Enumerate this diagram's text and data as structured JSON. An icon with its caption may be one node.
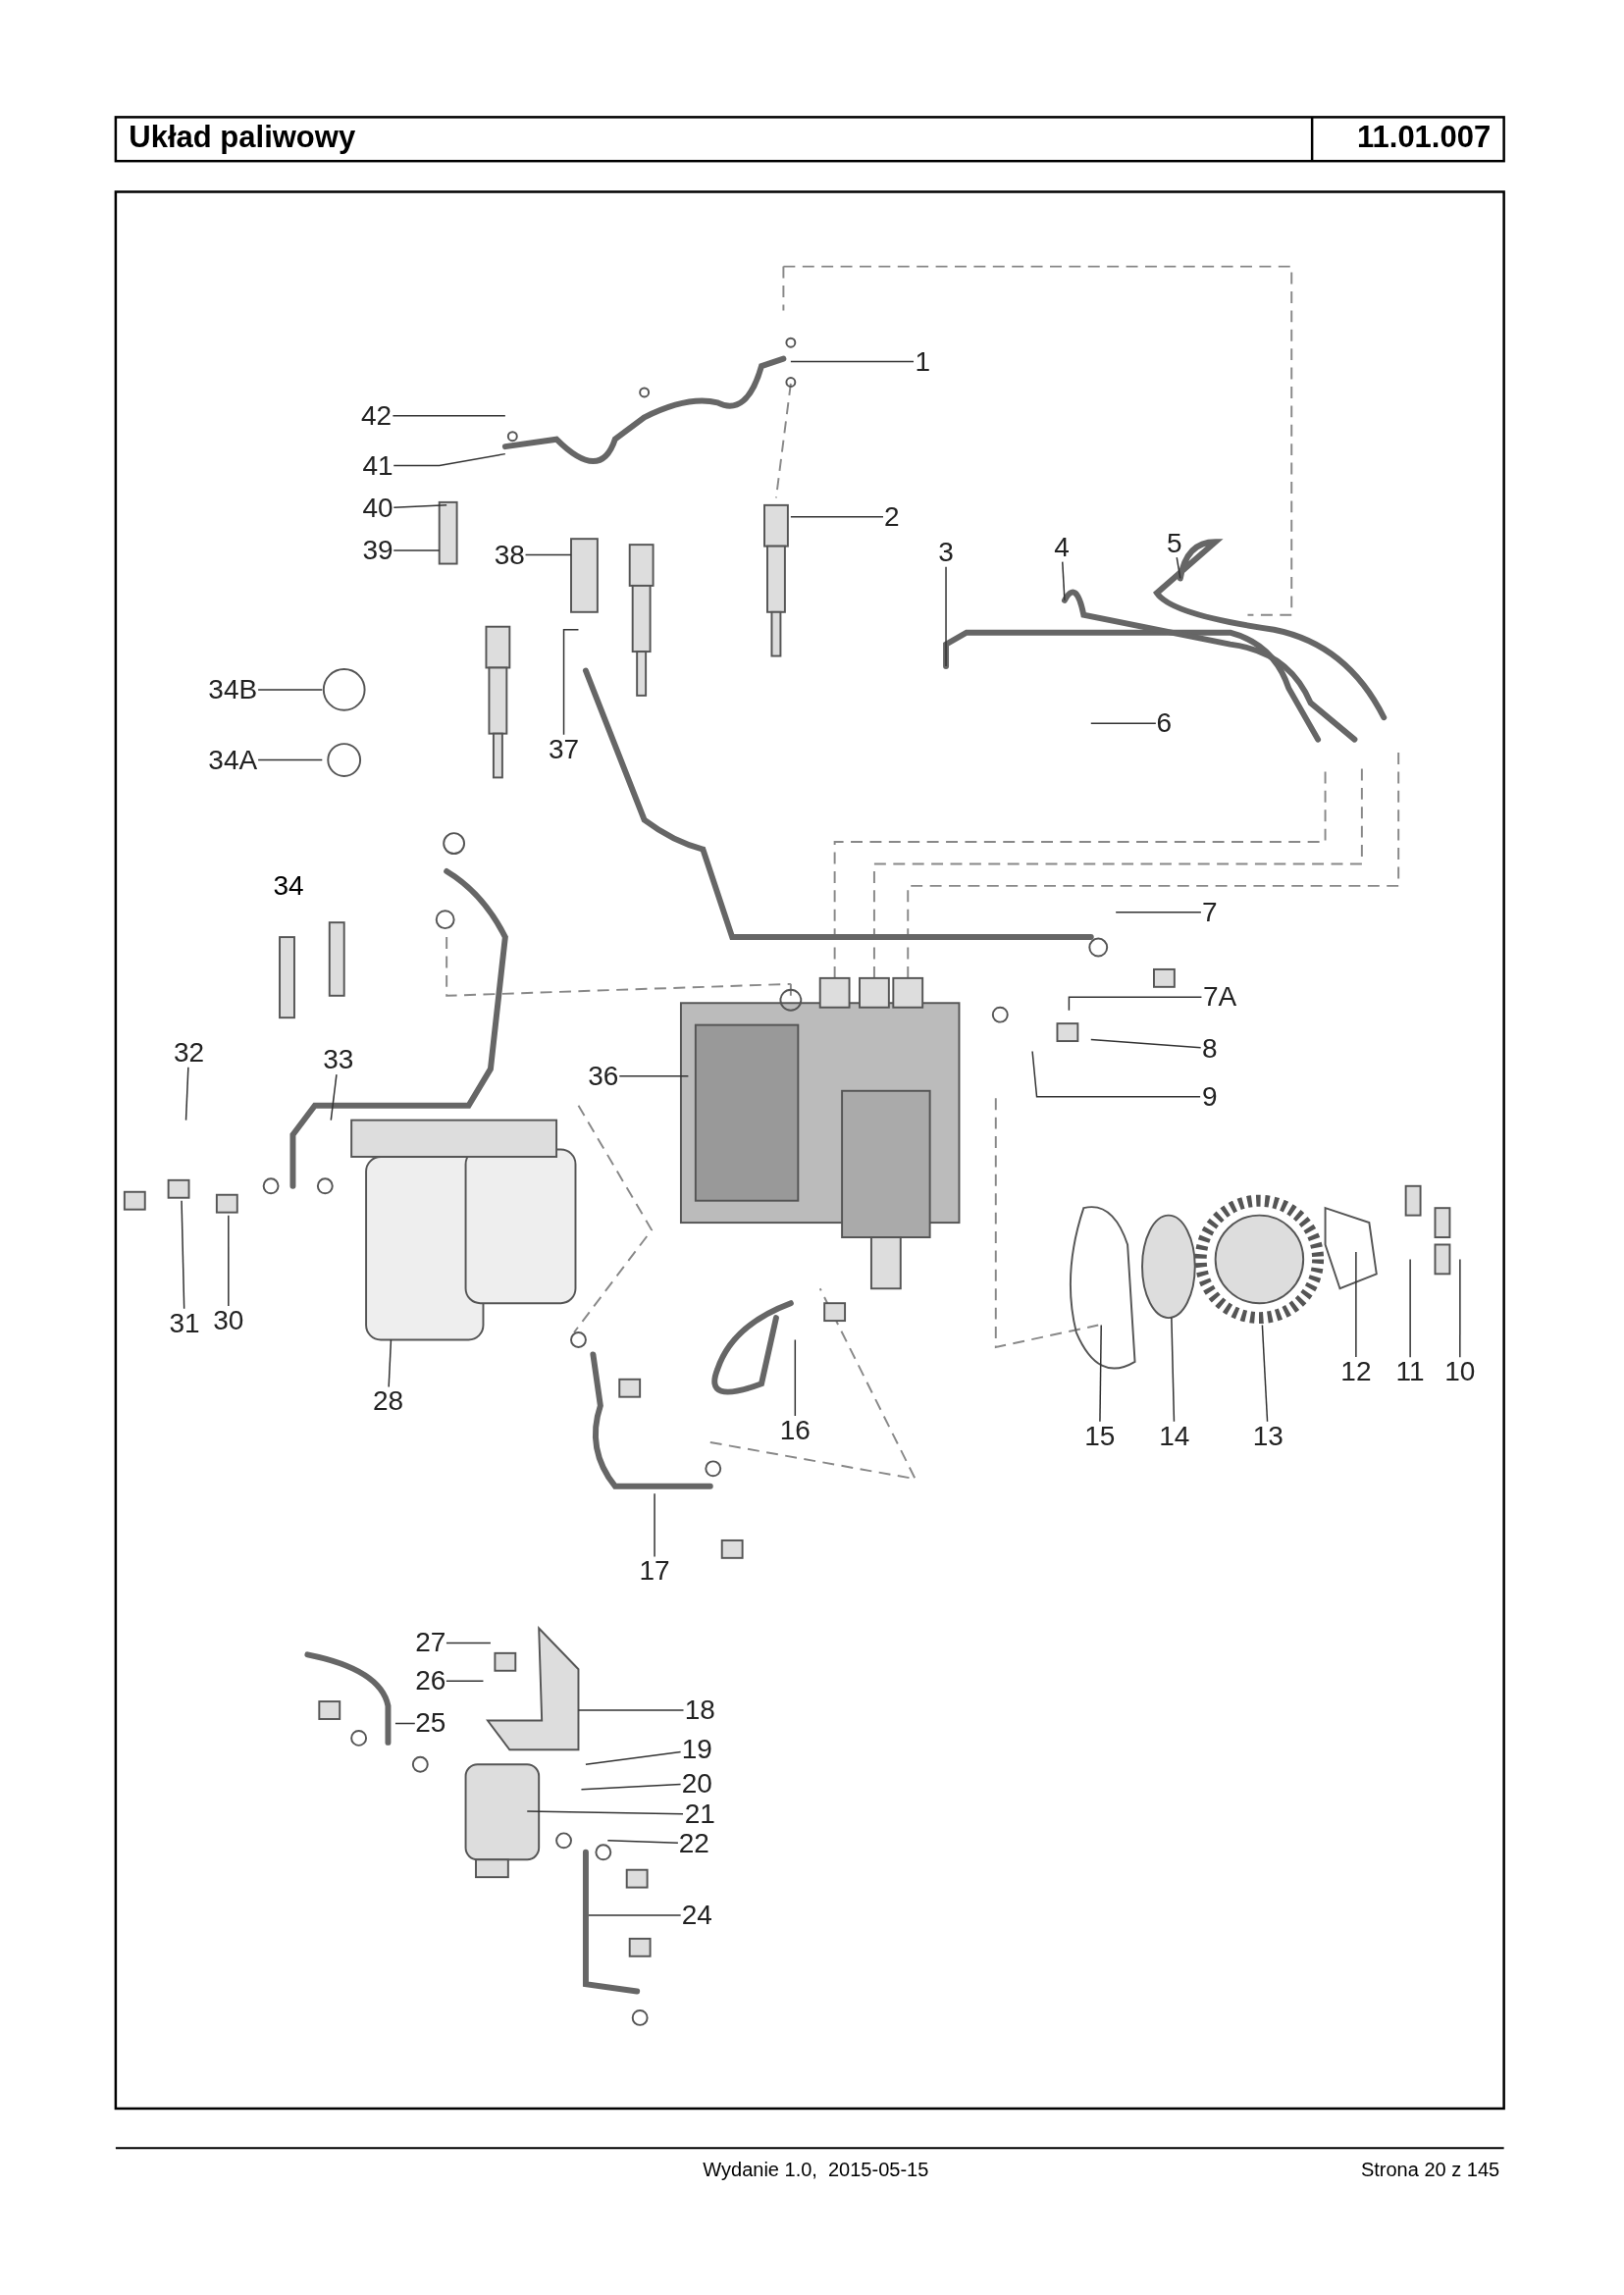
{
  "diagram": {
    "title": "Układ paliwowy",
    "nodes": [
      {
        "text": [
          "1"
        ]
      },
      {
        "text": [
          "2"
        ]
      },
      {
        "text": [
          "3"
        ]
      },
      {
        "text": [
          "4"
        ]
      },
      {
        "text": [
          "5"
        ]
      },
      {
        "text": [
          "6"
        ]
      },
      {
        "text": [
          "7"
        ]
      },
      {
        "text": [
          "7A"
        ]
      },
      {
        "text": [
          "8"
        ]
      },
      {
        "text": [
          "9"
        ]
      },
      {
        "text": [
          "10"
        ]
      },
      {
        "text": [
          "11"
        ]
      },
      {
        "text": [
          "12"
        ]
      },
      {
        "text": [
          "13"
        ]
      },
      {
        "text": [
          "14"
        ]
      },
      {
        "text": [
          "15"
        ]
      },
      {
        "text": [
          "16"
        ]
      },
      {
        "text": [
          "17"
        ]
      },
      {
        "text": [
          "18"
        ]
      },
      {
        "text": [
          "19"
        ]
      },
      {
        "text": [
          "20"
        ]
      },
      {
        "text": [
          "21"
        ]
      },
      {
        "text": [
          "22"
        ]
      },
      {
        "text": [
          "24"
        ]
      },
      {
        "text": [
          "25"
        ]
      },
      {
        "text": [
          "26"
        ]
      },
      {
        "text": [
          "27"
        ]
      },
      {
        "text": [
          "28"
        ]
      },
      {
        "text": [
          "30"
        ]
      },
      {
        "text": [
          "31"
        ]
      },
      {
        "text": [
          "32"
        ]
      },
      {
        "text": [
          "33"
        ]
      },
      {
        "text": [
          "34A"
        ]
      },
      {
        "text": [
          "34B"
        ]
      },
      {
        "text": [
          "36"
        ]
      },
      {
        "text": [
          "37"
        ]
      },
      {
        "text": [
          "38"
        ]
      },
      {
        "text": [
          "39"
        ]
      },
      {
        "text": [
          "40"
        ]
      },
      {
        "text": [
          "41"
        ]
      },
      {
        "text": [
          "42"
        ]
      }
    ],
    "edges": [
      {
        "from": 0,
        "to": null,
        "arrow": "none"
      },
      {
        "from": 1,
        "to": null,
        "arrow": "none"
      },
      {
        "from": 2,
        "to": null,
        "arrow": "none"
      },
      {
        "from": 3,
        "to": null,
        "arrow": "none"
      },
      {
        "from": 4,
        "to": null,
        "arrow": "none"
      },
      {
        "from": 5,
        "to": null,
        "arrow": "none"
      },
      {
        "from": 6,
        "to": null,
        "arrow": "none"
      },
      {
        "from": 7,
        "to": null,
        "arrow": "none"
      },
      {
        "from": 8,
        "to": null,
        "arrow": "none"
      },
      {
        "from": 9,
        "to": null,
        "arrow": "none"
      },
      {
        "from": 10,
        "to": null,
        "arrow": "none"
      },
      {
        "from": 11,
        "to": null,
        "arrow": "none"
      },
      {
        "from": 12,
        "to": null,
        "arrow": "none"
      },
      {
        "from": 13,
        "to": null,
        "arrow": "none"
      },
      {
        "from": 14,
        "to": null,
        "arrow": "none"
      },
      {
        "from": 15,
        "to": null,
        "arrow": "none"
      },
      {
        "from": 16,
        "to": null,
        "arrow": "none"
      },
      {
        "from": 17,
        "to": null,
        "arrow": "none"
      },
      {
        "from": 18,
        "to": null,
        "arrow": "none"
      },
      {
        "from": 19,
        "to": null,
        "arrow": "none"
      },
      {
        "from": 20,
        "to": null,
        "arrow": "none"
      },
      {
        "from": 21,
        "to": null,
        "arrow": "none"
      },
      {
        "from": 22,
        "to": null,
        "arrow": "none"
      },
      {
        "from": 23,
        "to": null,
        "arrow": "none"
      },
      {
        "from": 24,
        "to": null,
        "arrow": "none"
      },
      {
        "from": 25,
        "to": null,
        "arrow": "none"
      },
      {
        "from": 26,
        "to": null,
        "arrow": "none"
      },
      {
        "from": 27,
        "to": null,
        "arrow": "none"
      },
      {
        "from": 28,
        "to": null,
        "arrow": "none"
      },
      {
        "from": 29,
        "to": null,
        "arrow": "none"
      },
      {
        "from": 30,
        "to": null,
        "arrow": "none"
      },
      {
        "from": 31,
        "to": null,
        "arrow": "none"
      },
      {
        "from": 32,
        "to": null,
        "arrow": "none"
      },
      {
        "from": 33,
        "to": null,
        "arrow": "none"
      },
      {
        "from": 34,
        "to": null,
        "arrow": "none"
      },
      {
        "from": 35,
        "to": null,
        "arrow": "none"
      },
      {
        "from": 36,
        "to": null,
        "arrow": "none"
      },
      {
        "from": 37,
        "to": null,
        "arrow": "none"
      },
      {
        "from": 38,
        "to": null,
        "arrow": "none"
      },
      {
        "from": 39,
        "to": null,
        "arrow": "none"
      },
      {
        "from": 40,
        "to": null,
        "arrow": "none"
      }
    ],
    "labels": [
      "11.01.007",
      "34",
      "Wydanie 1.0,  2015-05-15",
      "Strona 20 z 145"
    ]
  }
}
